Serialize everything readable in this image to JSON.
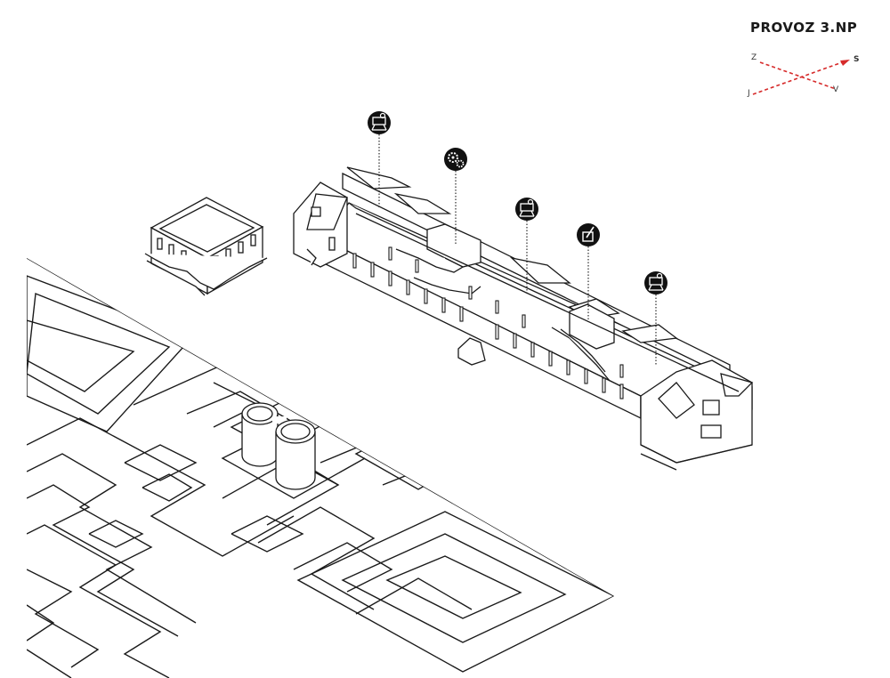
{
  "title": "PROVOZ 3.NP",
  "compass": {
    "labels": {
      "z": "Z",
      "s": "S",
      "j": "J",
      "v": "V"
    },
    "color": "#d62a2a"
  },
  "markers": [
    {
      "name": "marker-exhibition-1",
      "icon": "easel-gear-icon"
    },
    {
      "name": "marker-workshop",
      "icon": "gears-icon"
    },
    {
      "name": "marker-exhibition-2",
      "icon": "easel-gear-icon"
    },
    {
      "name": "marker-office",
      "icon": "pencil-cup-icon"
    },
    {
      "name": "marker-exhibition-3",
      "icon": "easel-gear-icon"
    }
  ],
  "colors": {
    "line": "#1a1a1a",
    "marker_bg": "#111111",
    "background": "#ffffff"
  }
}
